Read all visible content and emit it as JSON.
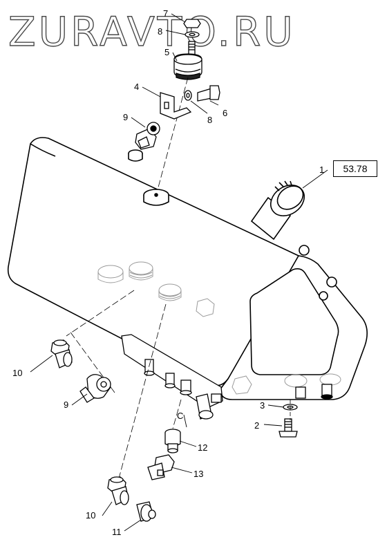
{
  "watermark": "ZURAVTO.RU",
  "reference": "53.78",
  "callouts": {
    "c1": "1",
    "c2": "2",
    "c3": "3",
    "c4": "4",
    "c5": "5",
    "c6": "6",
    "c7": "7",
    "c8a": "8",
    "c8b": "8",
    "c9a": "9",
    "c9b": "9",
    "c10a": "10",
    "c10b": "10",
    "c11": "11",
    "c12": "12",
    "c13": "13",
    "cC": "C"
  },
  "colors": {
    "line": "#000000",
    "watermark": "#4a4a4a",
    "faint": "#b0b0b0"
  }
}
